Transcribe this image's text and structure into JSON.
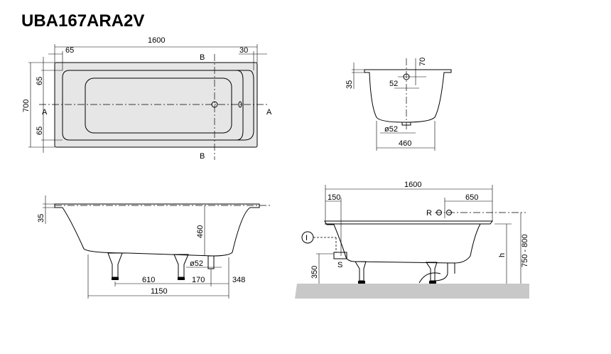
{
  "title": "UBA167ARA2V",
  "top_view": {
    "length": "1600",
    "rim_left": "65",
    "rim_right": "30",
    "width": "700",
    "rim_top": "65",
    "rim_bottom": "65",
    "section_a": "A",
    "section_b": "B"
  },
  "end_view": {
    "rim": "35",
    "overflow_height": "70",
    "overflow_offset": "52",
    "drain": "ø52",
    "bottom_width": "460"
  },
  "side_view": {
    "rim": "35",
    "depth": "460",
    "drain": "ø52",
    "leg_spacing": "610",
    "leg_to_drain": "170",
    "drain_to_end": "348",
    "length": "1150"
  },
  "install_view": {
    "length": "1600",
    "left_offset": "150",
    "tap_offset": "650",
    "tap_label": "R",
    "marker": "I",
    "supply_label": "S",
    "supply_height": "350",
    "h_label": "h",
    "total_height": "750 - 800"
  },
  "colors": {
    "fill": "#e6e6e6",
    "floor": "#c8c8c8"
  }
}
